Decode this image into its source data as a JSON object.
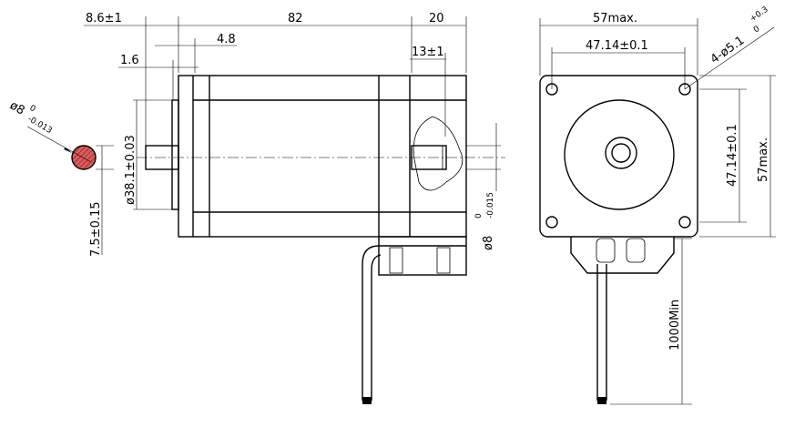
{
  "dimensions": {
    "flange_offset": "8.6±1",
    "body_length": "82",
    "shaft_length": "20",
    "pilot_depth": "4.8",
    "key_length": "13±1",
    "pilot_thickness": "1.6",
    "pilot_diameter": "ø38.1±0.03",
    "shaft_diameter_main": "ø8",
    "shaft_diameter_main_tol_upper": "0",
    "shaft_diameter_main_tol_lower": "-0.015",
    "section_diameter": "ø8",
    "section_tol_upper": "0",
    "section_tol_lower": "-0.013",
    "flat_height": "7.5±0.15",
    "frame_width": "57max.",
    "frame_height": "57max.",
    "hole_spacing_h": "47.14±0.1",
    "hole_spacing_v": "47.14±0.1",
    "mounting_holes": "4-ø5.1",
    "mounting_holes_tol_upper": "+0.3",
    "mounting_holes_tol_lower": "0",
    "lead_length": "1000Min"
  },
  "colors": {
    "line": "#000000",
    "section_fill": "#e05a5a",
    "background": "#ffffff"
  }
}
